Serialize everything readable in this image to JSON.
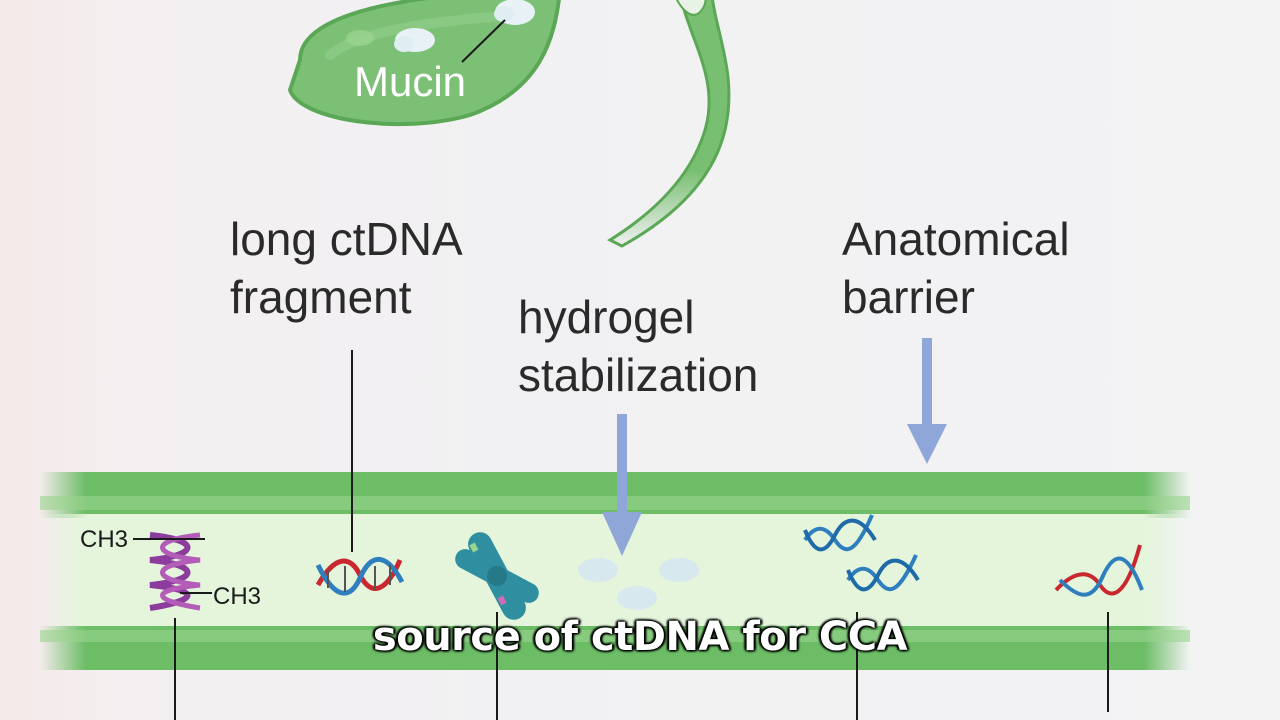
{
  "diagram": {
    "organ_label": "Mucin",
    "labels": {
      "long_ctdna": [
        "long ctDNA",
        "fragment"
      ],
      "hydrogel": [
        "hydrogel",
        "stabilization"
      ],
      "anatomical": [
        "Anatomical",
        "barrier"
      ]
    },
    "methyl_label": "CH3",
    "colors": {
      "organ_green": "#7cc076",
      "duct_outer": "#6cbd66",
      "duct_inner": "#e4f5dc",
      "arrow_blue": "#8fa7d8",
      "dna_red": "#c8282e",
      "dna_blue": "#2f7fbf",
      "methyl_purple": "#8c3c9c",
      "chromosome_teal": "#2f8fa0"
    }
  },
  "caption": "source of ctDNA for CCA"
}
